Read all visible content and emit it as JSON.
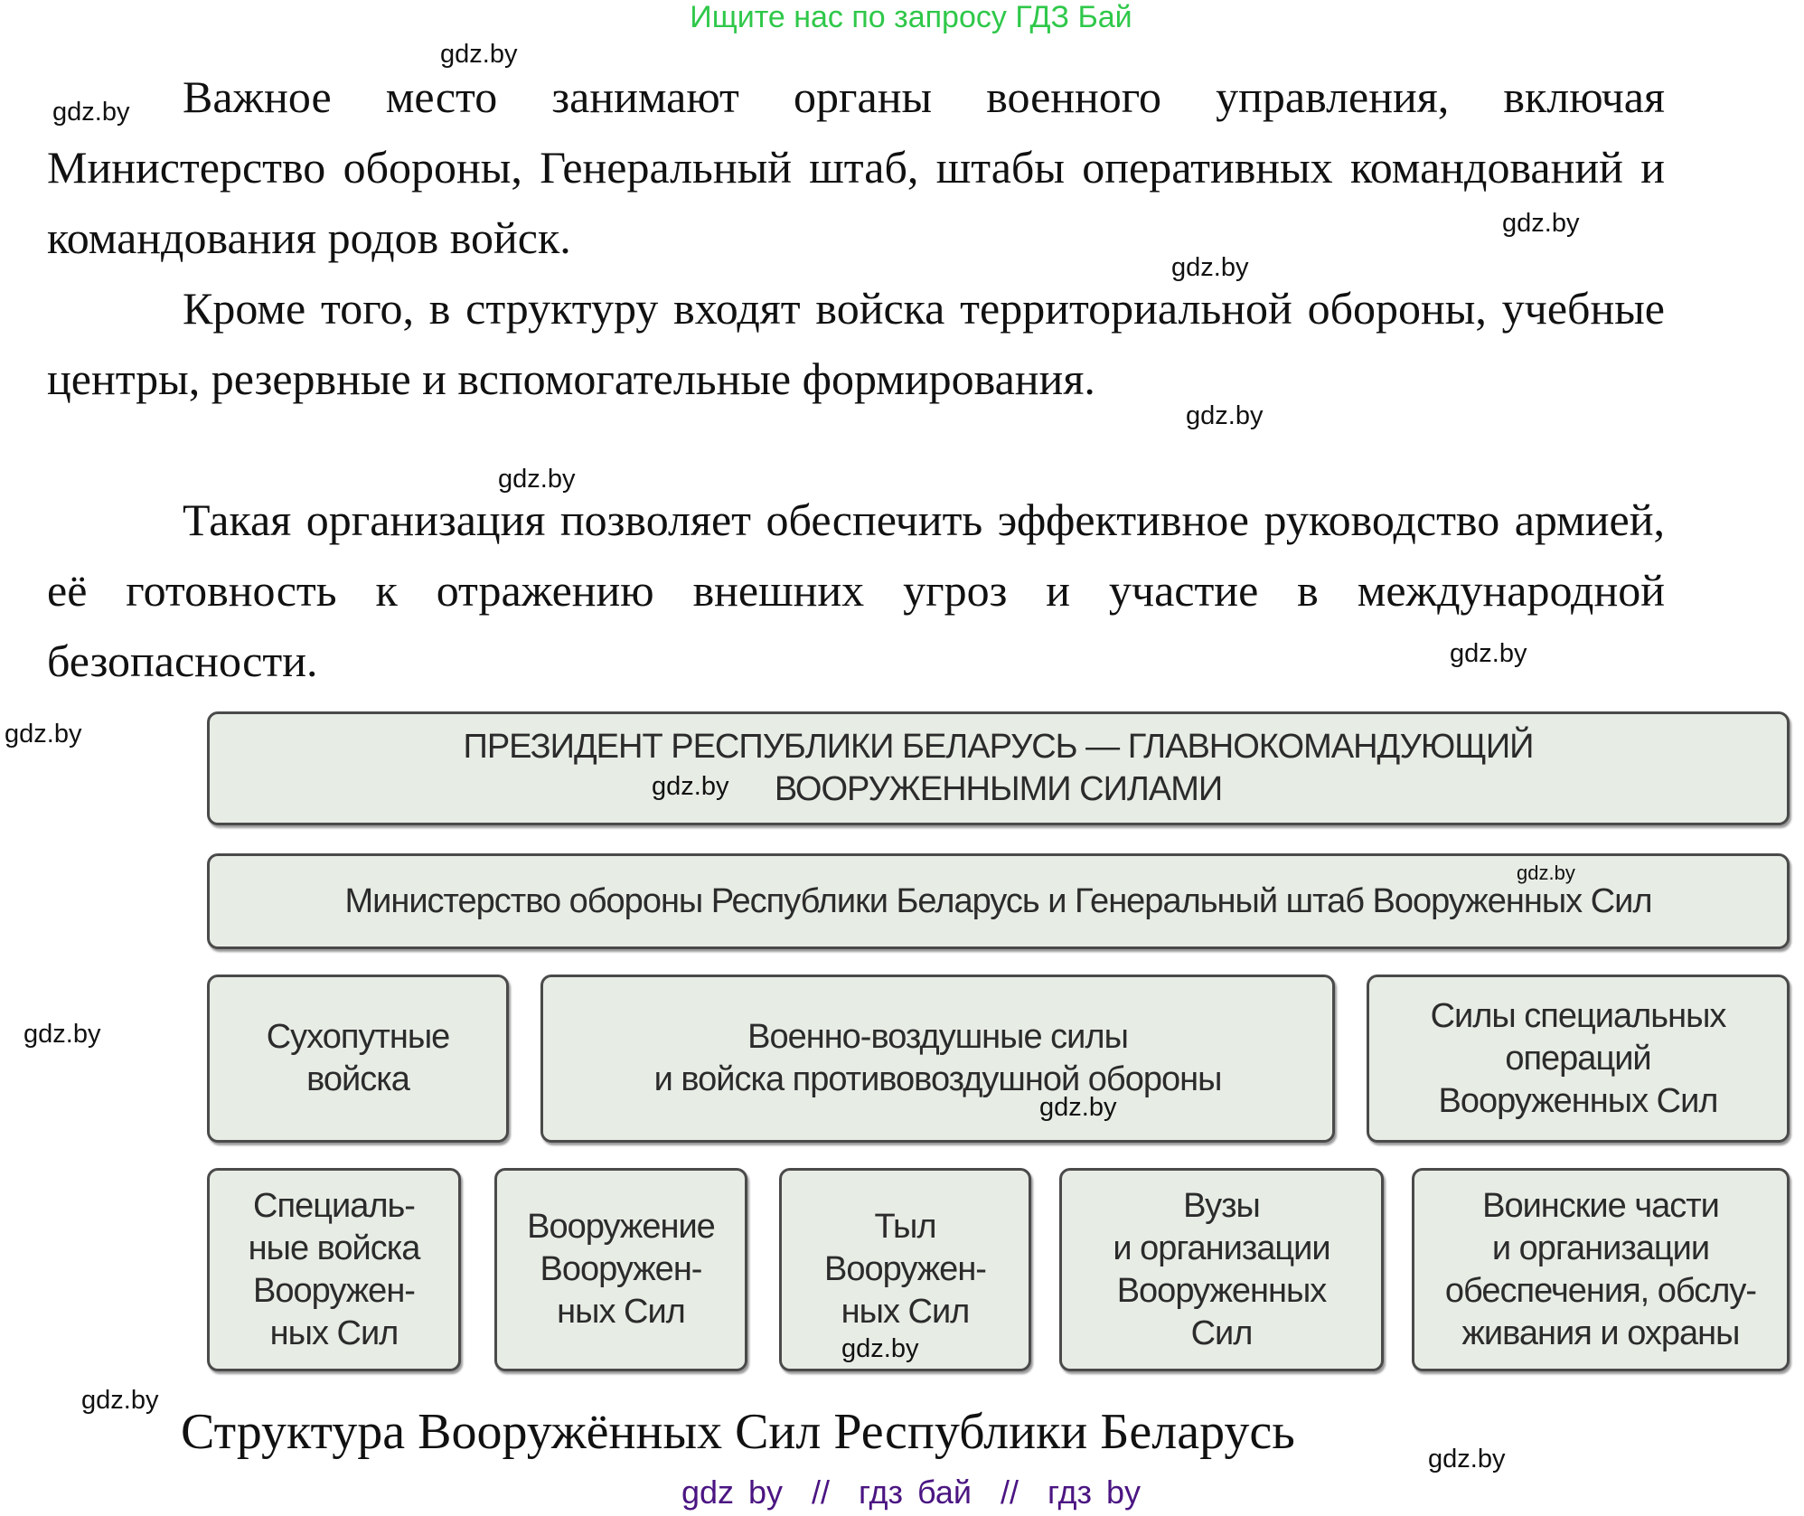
{
  "banner": "Ищите нас по запросу ГДЗ Бай",
  "paragraphs": [
    "Важное место занимают органы военного управления, включая Министерство обороны, Генеральный штаб, штабы оперативных командований и командования родов войск.",
    "Кроме того, в структуру входят войска территориальной обороны, учебные центры, резервные и вспомогательные формирования.",
    "Такая организация позволяет обеспечить эффективное руководство армией, её готовность к отражению внешних угроз и участие в международной безопасности."
  ],
  "diagram": {
    "president": [
      "ПРЕЗИДЕНТ РЕСПУБЛИКИ БЕЛАРУСЬ — ГЛАВНОКОМАНДУЮЩИЙ",
      "ВООРУЖЕННЫМИ СИЛАМИ"
    ],
    "ministry": "Министерство обороны Республики Беларусь и Генеральный штаб Вооруженных Сил",
    "branches": [
      [
        "Сухопутные",
        "войска"
      ],
      [
        "Военно-воздушные силы",
        "и войска противовоздушной обороны"
      ],
      [
        "Силы специальных",
        "операций",
        "Вооруженных Сил"
      ]
    ],
    "units": [
      [
        "Специаль-",
        "ные войска",
        "Вооружен-",
        "ных Сил"
      ],
      [
        "Вооружение",
        "Вооружен-",
        "ных Сил"
      ],
      [
        "Тыл",
        "Вооружен-",
        "ных Сил"
      ],
      [
        "Вузы",
        "и организации",
        "Вооруженных",
        "Сил"
      ],
      [
        "Воинские части",
        "и организации",
        "обеспечения, обслу-",
        "живания и охраны"
      ]
    ]
  },
  "caption": "Структура Вооружённых Сил Республики Беларусь",
  "watermark": "gdz.by",
  "footer": "gdz by  //  гдз бай  //  гдз by"
}
